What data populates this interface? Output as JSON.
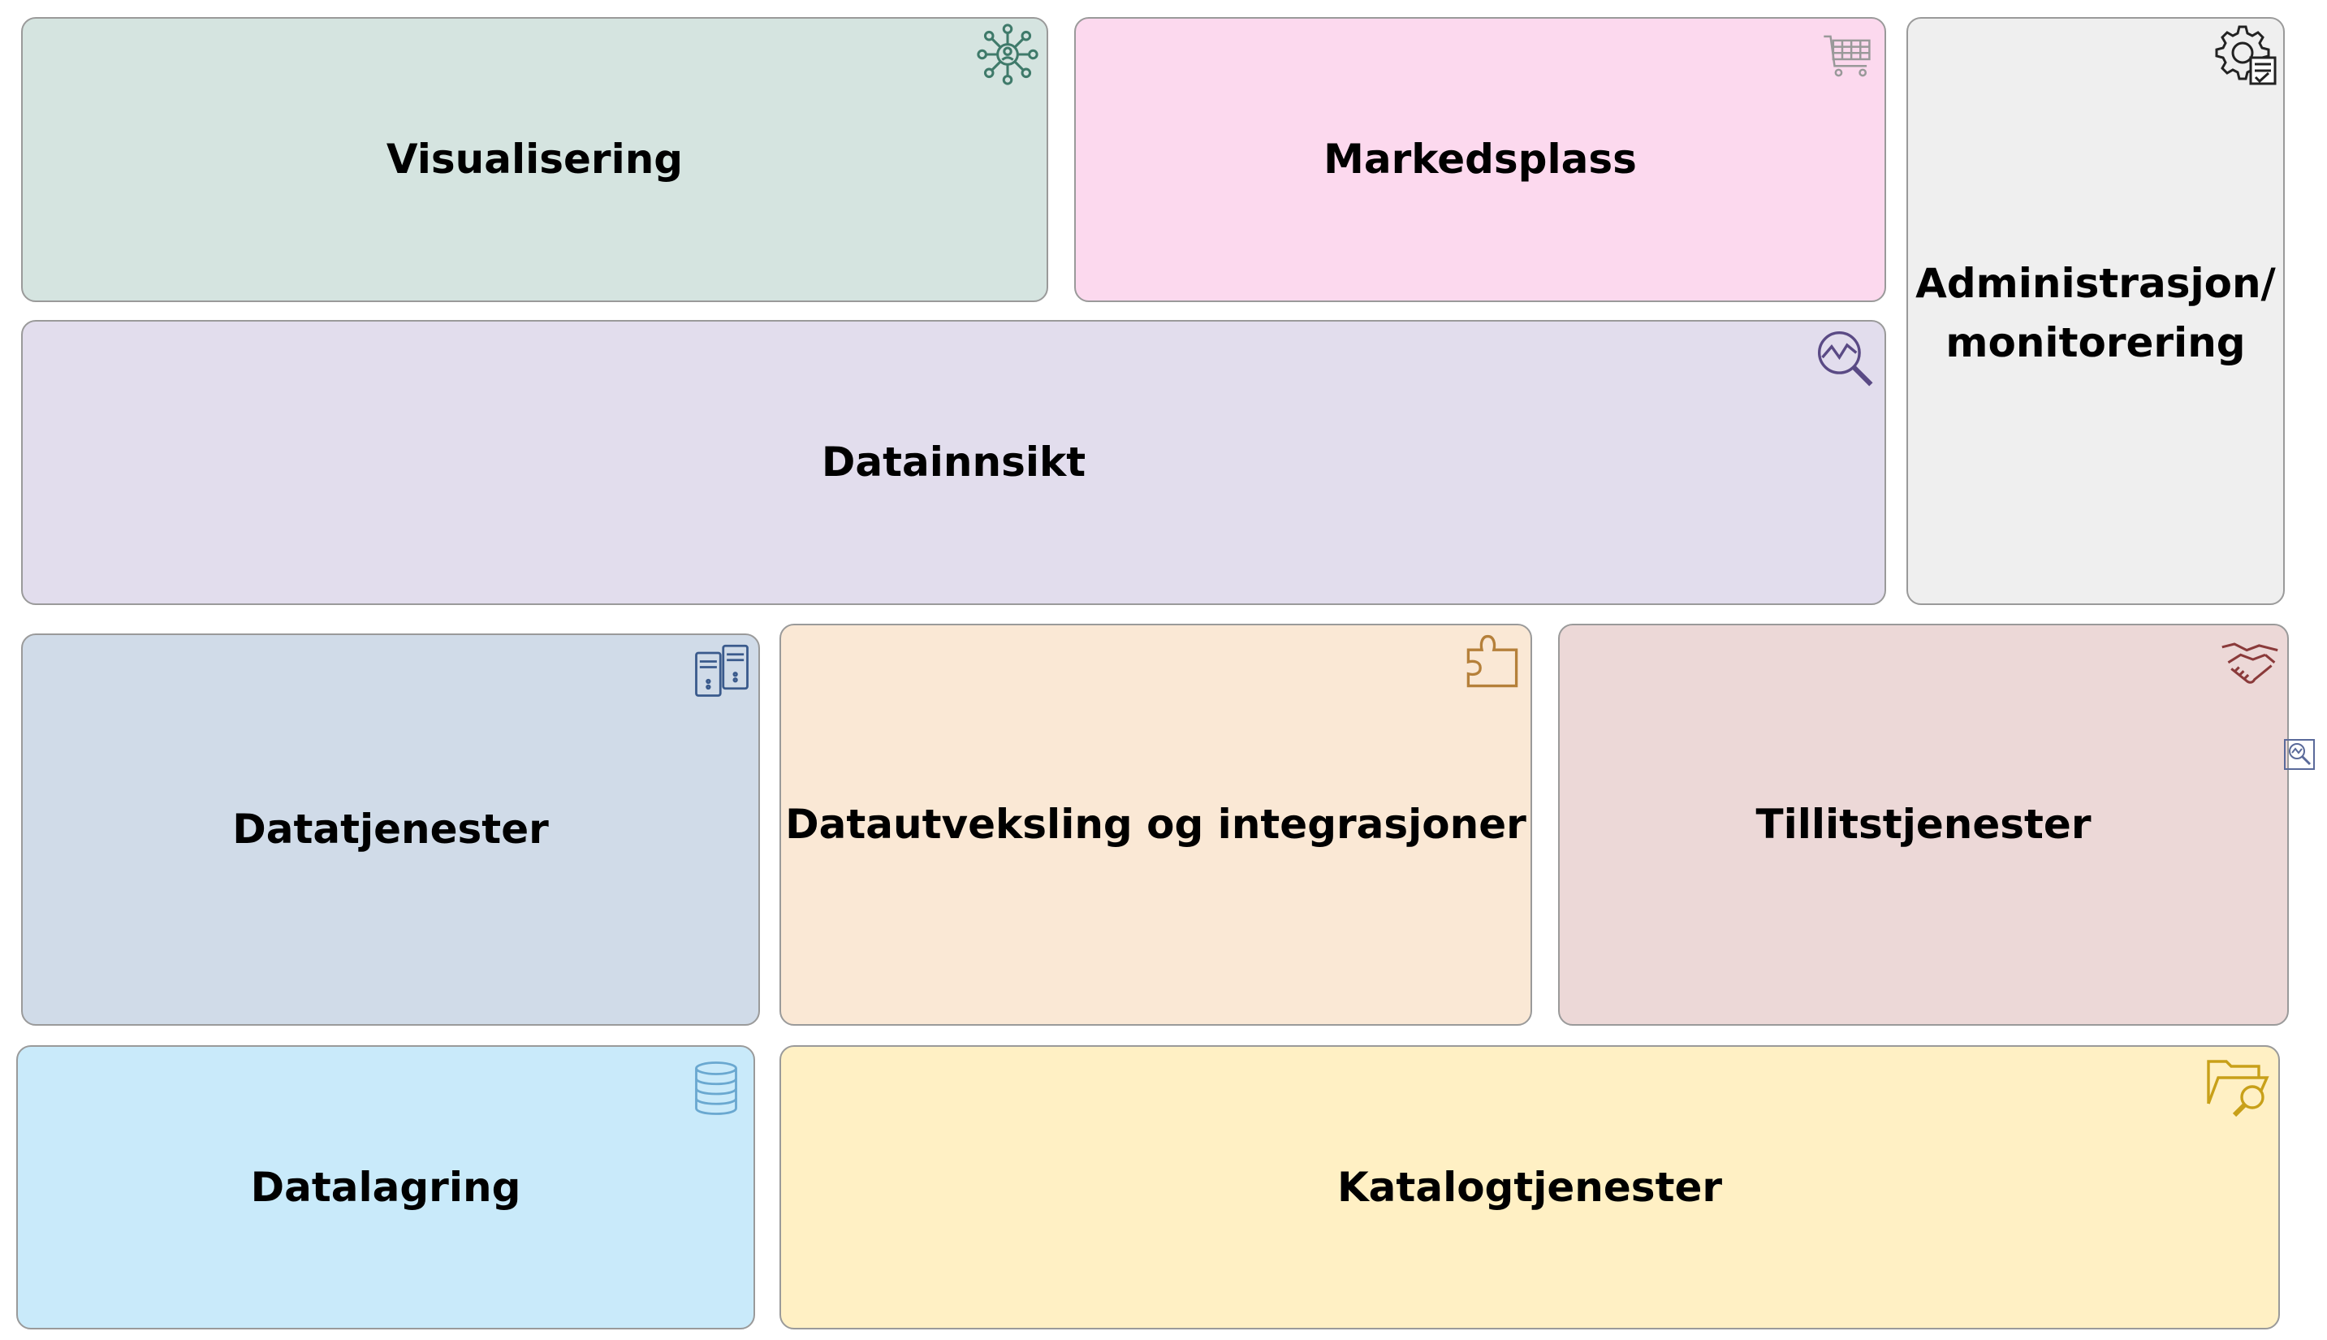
{
  "blocks": {
    "visualisering": {
      "label": "Visualisering",
      "fill": "#d5e4e0",
      "icon": "network-hub-icon",
      "icon_color": "#3f7a6a"
    },
    "markedsplass": {
      "label": "Markedsplass",
      "fill": "#fcd9ee",
      "icon": "shopping-cart-icon",
      "icon_color": "#999999"
    },
    "administrasjon": {
      "label": "Administrasjon/\nmonitorering",
      "fill": "#efefef",
      "icon": "gear-checklist-icon",
      "icon_color": "#222222"
    },
    "datainnsikt": {
      "label": "Datainnsikt",
      "fill": "#e2dded",
      "icon": "analytics-magnifier-icon",
      "icon_color": "#5a4a85"
    },
    "datatjenester": {
      "label": "Datatjenester",
      "fill": "#d0dbe8",
      "icon": "servers-icon",
      "icon_color": "#3a5a8c"
    },
    "datautveksling": {
      "label": "Datautveksling og integrasjoner",
      "fill": "#fae8d5",
      "icon": "puzzle-piece-icon",
      "icon_color": "#b5803a"
    },
    "tillitstjenester": {
      "label": "Tillitstjenester",
      "fill": "#ecd8d7",
      "icon": "handshake-icon",
      "icon_color": "#8a3a3a"
    },
    "datalagring": {
      "label": "Datalagring",
      "fill": "#c9eafa",
      "icon": "database-icon",
      "icon_color": "#6aa8d0"
    },
    "katalogtjenester": {
      "label": "Katalogtjenester",
      "fill": "#fff0c4",
      "icon": "folder-search-icon",
      "icon_color": "#c8a019"
    }
  },
  "side_icon": {
    "icon": "search-analytics-icon",
    "icon_color": "#5a6a9a"
  }
}
